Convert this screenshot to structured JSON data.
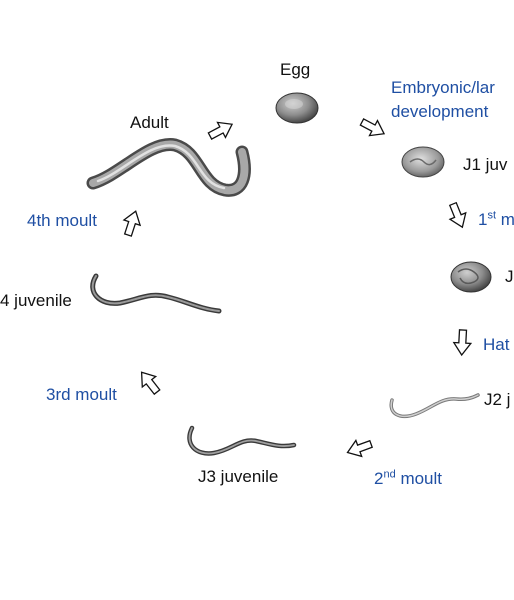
{
  "stages": {
    "egg": "Egg",
    "adult": "Adult",
    "j1": "J1 juv",
    "j2": "J2 j",
    "j3": "J3 juvenile",
    "j4": "4 juvenile",
    "j_unhatched": "J"
  },
  "transitions": {
    "embryonic_line1": "Embryonic/lar",
    "embryonic_line2": "development",
    "moult1_num": "1",
    "moult1_sup": "st",
    "moult1_rest": " m",
    "hatch": "Hat",
    "moult2_num": "2",
    "moult2_sup": "nd",
    "moult2_rest": " moult",
    "moult3": "3rd moult",
    "moult4": "4th moult"
  },
  "colors": {
    "stage_text": "#111111",
    "transition_text": "#1f4fa3"
  }
}
